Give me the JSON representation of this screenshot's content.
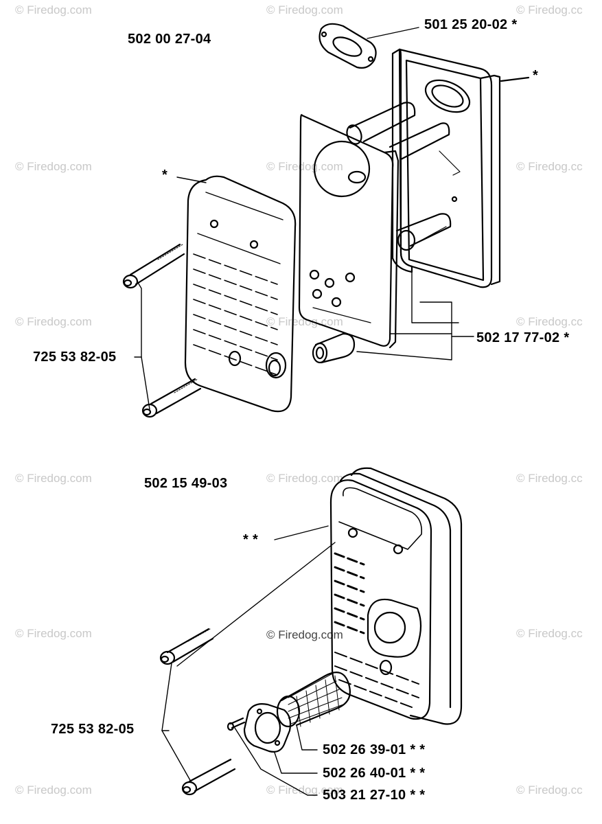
{
  "watermark": {
    "text": "© Firedog.com",
    "text_clipped": "© Firedog.cc",
    "center_text": "© Firedog.com"
  },
  "assembly_top": {
    "part_number": "502 00 27-04",
    "callouts": {
      "gasket_label": "501 25 20-02  *",
      "back_shell_marker": "*",
      "front_cover_marker": "*",
      "screws_label": "725 53 82-05",
      "tubes_label": "502 17 77-02  *"
    }
  },
  "assembly_bottom": {
    "part_number": "502 15 49-03",
    "callouts": {
      "muffler_marker": "* *",
      "screws_label": "725 53 82-05",
      "screen_label": "502 26 39-01  * *",
      "gasket_label": "502 26 40-01  * *",
      "screw_small_label": "503 21 27-10  * *"
    }
  },
  "colors": {
    "line": "#000000",
    "watermark": "#c8c8c8"
  }
}
